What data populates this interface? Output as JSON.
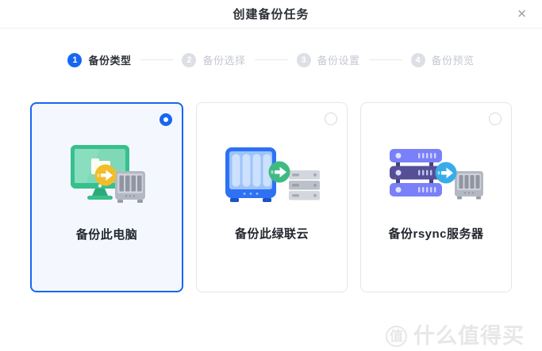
{
  "dialog": {
    "title": "创建备份任务",
    "close_glyph": "✕"
  },
  "stepper": {
    "steps": [
      {
        "number": "1",
        "label": "备份类型",
        "state": "active"
      },
      {
        "number": "2",
        "label": "备份选择",
        "state": "upcoming"
      },
      {
        "number": "3",
        "label": "备份设置",
        "state": "upcoming"
      },
      {
        "number": "4",
        "label": "备份预览",
        "state": "upcoming"
      }
    ]
  },
  "cards": [
    {
      "label": "备份此电脑",
      "selected": true,
      "icon": "computer-to-nas-icon"
    },
    {
      "label": "备份此绿联云",
      "selected": false,
      "icon": "nas-to-servers-icon"
    },
    {
      "label": "备份rsync服务器",
      "selected": false,
      "icon": "servers-to-nas-icon"
    }
  ],
  "watermark": {
    "logo_char": "值",
    "text": "什么值得买"
  },
  "colors": {
    "accent_blue": "#1766f2",
    "selected_card_bg": "#f4f8fe",
    "arrow_yellow": "#f2bd2a",
    "arrow_green": "#3fba83",
    "arrow_blue": "#38ace9",
    "device_green": "#38c08c",
    "device_blue": "#2e71f3",
    "device_purple": "#7a80f8",
    "device_gray": "#ced2d9",
    "step_inactive": "#dcdfe5",
    "step_inactive_label": "#c4c8d0"
  }
}
